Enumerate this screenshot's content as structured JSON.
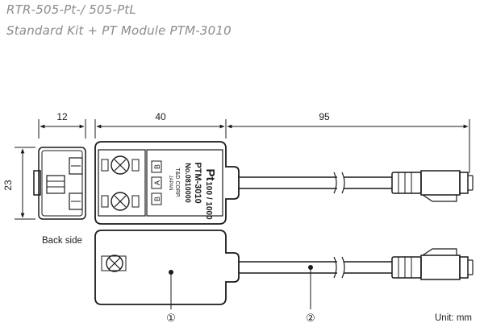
{
  "header": {
    "title": "RTR-505-Pt-/ 505-PtL",
    "subtitle": "Standard Kit + PT Module PTM-3010"
  },
  "dimensions": {
    "width_connector": "12",
    "width_module": "40",
    "length_cable": "95",
    "height": "23"
  },
  "module_label": {
    "line1_big": "Pt",
    "line1_small": "100 / 1000",
    "line2": "PTM-3010",
    "line3": "No.0810000",
    "line4": "T&D CORP.",
    "line5": "JAPAN",
    "terminal_b1": "B",
    "terminal_a": "A",
    "terminal_b2": "B"
  },
  "labels": {
    "back_side": "Back side",
    "callout_1": "①",
    "callout_2": "②",
    "unit": "Unit: mm"
  }
}
